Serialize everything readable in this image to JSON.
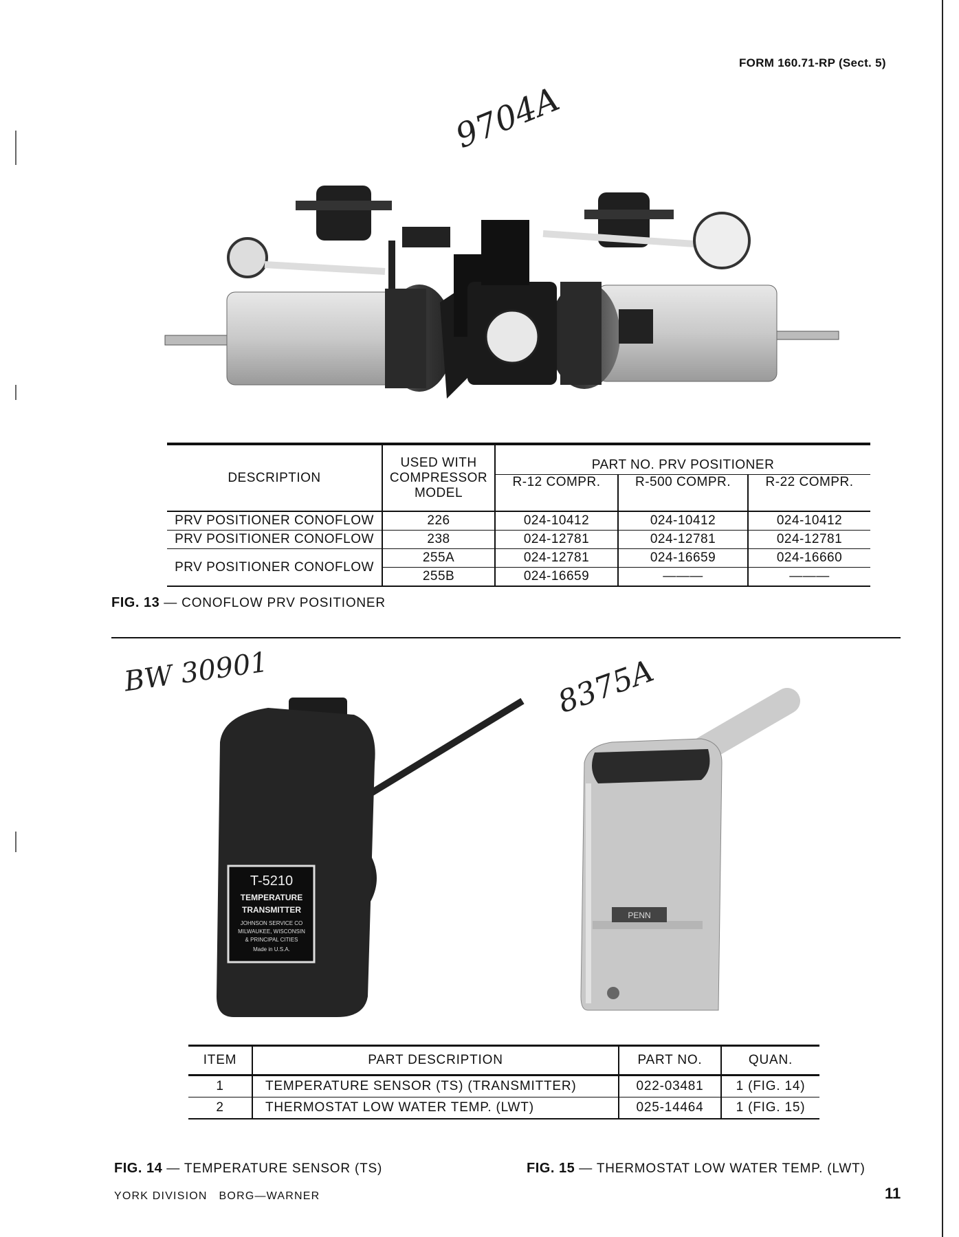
{
  "form_number": "FORM 160.71-RP (Sect. 5)",
  "handwritten": {
    "fig13_code": "9704A",
    "fig14_code": "BW 30901",
    "fig15_code": "8375A"
  },
  "fig14_label": {
    "model": "T-5210",
    "line1": "TEMPERATURE",
    "line2": "TRANSMITTER",
    "maker1": "JOHNSON SERVICE CO",
    "maker2": "MILWAUKEE, WISCONSIN",
    "maker3": "& PRINCIPAL CITIES",
    "made": "Made in U.S.A."
  },
  "fig15_label": {
    "brand": "PENN"
  },
  "table1": {
    "headers": {
      "description": "DESCRIPTION",
      "used_with": "USED WITH COMPRESSOR MODEL",
      "part_no_group": "PART NO. PRV POSITIONER",
      "r12": "R-12 COMPR.",
      "r500": "R-500 COMPR.",
      "r22": "R-22 COMPR."
    },
    "rows": [
      {
        "description": "PRV POSITIONER CONOFLOW",
        "model": "226",
        "r12": "024-10412",
        "r500": "024-10412",
        "r22": "024-10412"
      },
      {
        "description": "PRV POSITIONER CONOFLOW",
        "model": "238",
        "r12": "024-12781",
        "r500": "024-12781",
        "r22": "024-12781"
      },
      {
        "description": "PRV POSITIONER CONOFLOW",
        "model": "255A",
        "r12": "024-12781",
        "r500": "024-16659",
        "r22": "024-16660"
      },
      {
        "description": "",
        "model": "255B",
        "r12": "024-16659",
        "r500": "———",
        "r22": "———"
      }
    ]
  },
  "fig13_caption": {
    "num": "FIG. 13",
    "text": "— CONOFLOW PRV POSITIONER"
  },
  "table2": {
    "headers": {
      "item": "ITEM",
      "part_description": "PART DESCRIPTION",
      "part_no": "PART NO.",
      "quan": "QUAN."
    },
    "rows": [
      {
        "item": "1",
        "part_description": "TEMPERATURE SENSOR (TS) (TRANSMITTER)",
        "part_no": "022-03481",
        "quan": "1 (FIG. 14)"
      },
      {
        "item": "2",
        "part_description": "THERMOSTAT LOW WATER TEMP. (LWT)",
        "part_no": "025-14464",
        "quan": "1 (FIG. 15)"
      }
    ]
  },
  "fig14_caption": {
    "num": "FIG. 14",
    "text": "— TEMPERATURE SENSOR (TS)"
  },
  "fig15_caption": {
    "num": "FIG. 15",
    "text": "— THERMOSTAT LOW WATER TEMP. (LWT)"
  },
  "footer": {
    "company": "YORK DIVISION   BORG—WARNER",
    "page_number": "11"
  }
}
